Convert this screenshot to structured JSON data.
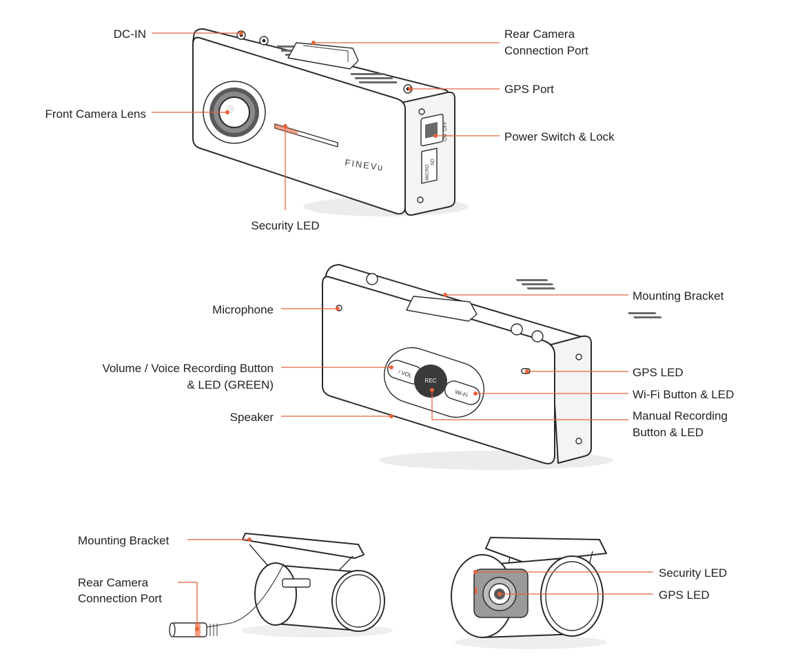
{
  "brand": "FINEVu",
  "colors": {
    "leader": "#e8623a",
    "outline": "#2a2a2a",
    "text": "#222222"
  },
  "front_view": {
    "labels": {
      "dc_in": "DC-IN",
      "rear_camera_port": [
        "Rear Camera",
        "Connection Port"
      ],
      "gps_port": "GPS Port",
      "front_lens": "Front Camera Lens",
      "power_switch": "Power Switch & Lock",
      "security_led": "Security LED"
    },
    "printed": {
      "off": "OFF",
      "on": "ON",
      "sd": "SD",
      "micro": "MICRO"
    }
  },
  "rear_view": {
    "labels": {
      "microphone": "Microphone",
      "mounting_bracket": "Mounting Bracket",
      "volume_button": [
        "Volume / Voice Recording Button",
        "& LED (GREEN)"
      ],
      "gps_led": "GPS LED",
      "wifi_button": "Wi-Fi Button & LED",
      "speaker": "Speaker",
      "manual_rec": [
        "Manual Recording",
        "Button & LED"
      ]
    },
    "buttons": {
      "vol": "/ VOL",
      "rec": "REC",
      "wifi": "Wi-Fi"
    }
  },
  "rear_camera": {
    "labels": {
      "mounting_bracket": "Mounting Bracket",
      "connection_port": [
        "Rear Camera",
        "Connection Port"
      ],
      "security_led": "Security LED",
      "gps_led": "GPS LED"
    }
  }
}
